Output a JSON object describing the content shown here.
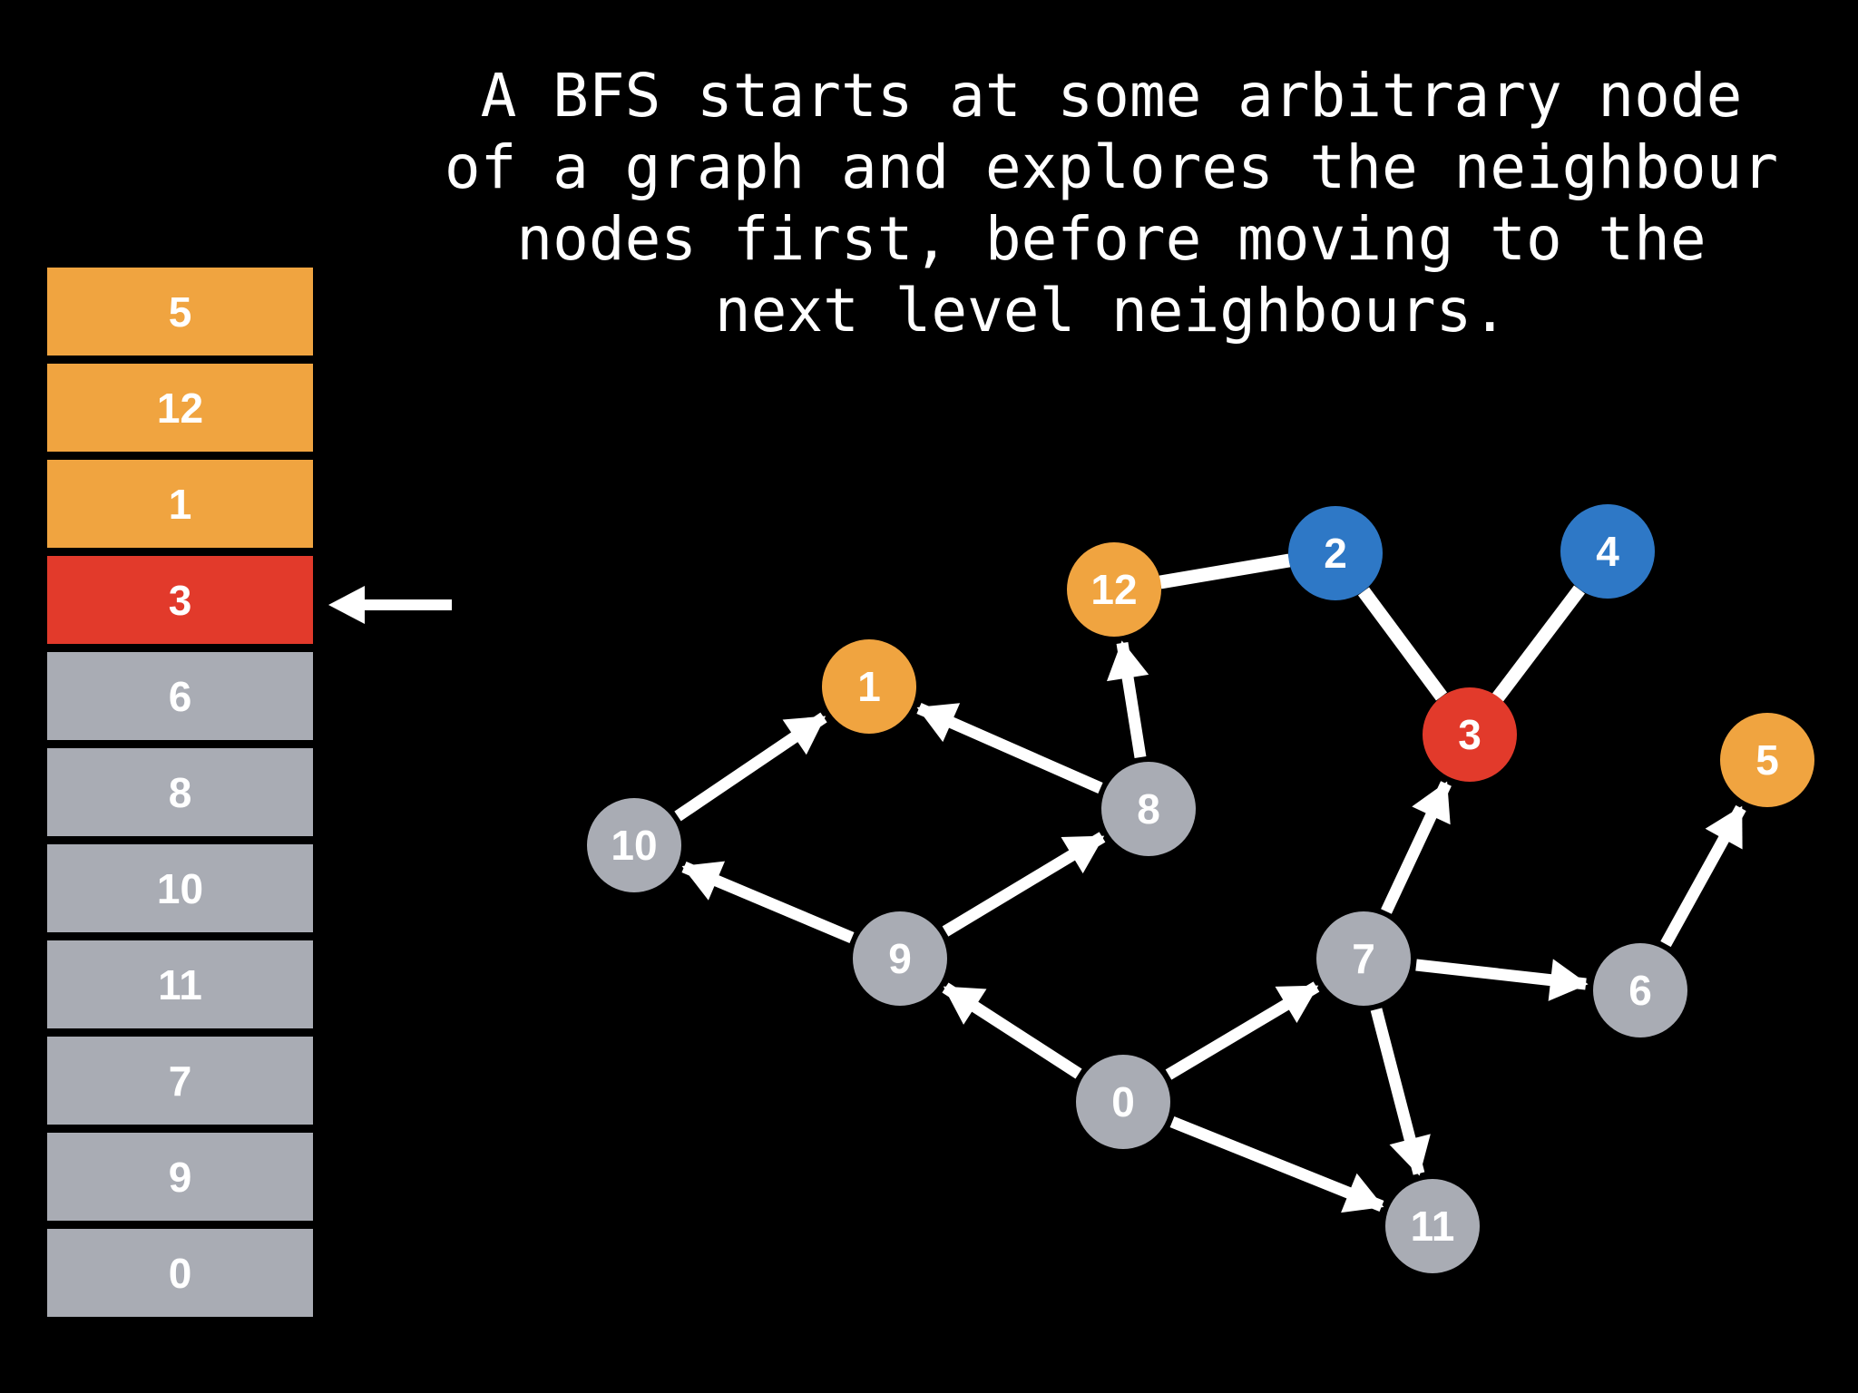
{
  "title": {
    "lines": [
      "A BFS starts at some arbitrary node",
      "of a graph and explores the neighbour",
      "nodes first, before moving to the",
      "next level neighbours."
    ]
  },
  "colors": {
    "background": "#000000",
    "visited_orange": "#F0A440",
    "current_red": "#E23A2B",
    "unvisited_gray": "#A9ACB4",
    "frontier_blue": "#2E78C6",
    "edge_white": "#FFFFFF"
  },
  "queue": {
    "items": [
      {
        "value": "5",
        "state": "orange"
      },
      {
        "value": "12",
        "state": "orange"
      },
      {
        "value": "1",
        "state": "orange"
      },
      {
        "value": "3",
        "state": "red"
      },
      {
        "value": "6",
        "state": "gray"
      },
      {
        "value": "8",
        "state": "gray"
      },
      {
        "value": "10",
        "state": "gray"
      },
      {
        "value": "11",
        "state": "gray"
      },
      {
        "value": "7",
        "state": "gray"
      },
      {
        "value": "9",
        "state": "gray"
      },
      {
        "value": "0",
        "state": "gray"
      }
    ],
    "pointer": {
      "points_to_value": "3",
      "points_to_index": 3
    }
  },
  "graph": {
    "nodes": [
      {
        "id": "0",
        "label": "0",
        "color": "#A9ACB4"
      },
      {
        "id": "1",
        "label": "1",
        "color": "#F0A440"
      },
      {
        "id": "2",
        "label": "2",
        "color": "#2E78C6"
      },
      {
        "id": "3",
        "label": "3",
        "color": "#E23A2B"
      },
      {
        "id": "4",
        "label": "4",
        "color": "#2E78C6"
      },
      {
        "id": "5",
        "label": "5",
        "color": "#F0A440"
      },
      {
        "id": "6",
        "label": "6",
        "color": "#A9ACB4"
      },
      {
        "id": "7",
        "label": "7",
        "color": "#A9ACB4"
      },
      {
        "id": "8",
        "label": "8",
        "color": "#A9ACB4"
      },
      {
        "id": "9",
        "label": "9",
        "color": "#A9ACB4"
      },
      {
        "id": "10",
        "label": "10",
        "color": "#A9ACB4"
      },
      {
        "id": "11",
        "label": "11",
        "color": "#A9ACB4"
      },
      {
        "id": "12",
        "label": "12",
        "color": "#F0A440"
      }
    ],
    "edges": {
      "undirected": [
        [
          "12",
          "2"
        ],
        [
          "2",
          "3"
        ],
        [
          "4",
          "3"
        ]
      ],
      "directed": [
        [
          "8",
          "12"
        ],
        [
          "8",
          "1"
        ],
        [
          "10",
          "1"
        ],
        [
          "9",
          "10"
        ],
        [
          "9",
          "8"
        ],
        [
          "0",
          "9"
        ],
        [
          "0",
          "7"
        ],
        [
          "0",
          "11"
        ],
        [
          "7",
          "3"
        ],
        [
          "7",
          "6"
        ],
        [
          "7",
          "11"
        ],
        [
          "6",
          "5"
        ]
      ]
    }
  }
}
